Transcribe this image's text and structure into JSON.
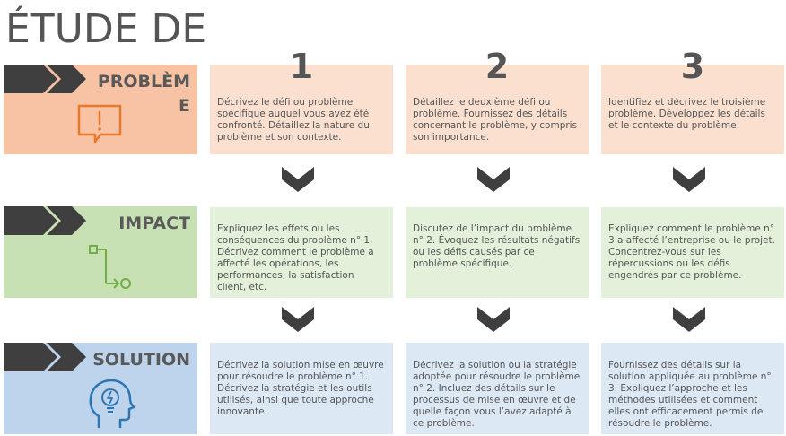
{
  "title": "ÉTUDE DE CAS",
  "columns": [
    "1",
    "2",
    "3"
  ],
  "rows": [
    {
      "label": "PROBLÈME",
      "icon": "alert-speech-bubble-icon",
      "color": "#f7c3a4",
      "cells": [
        "Décrivez le défi ou problème spécifique auquel vous avez été confronté. Détaillez la nature du problème et son contexte.",
        "Détaillez le deuxième défi ou problème. Fournissez des détails concernant le problème, y compris son importance.",
        "Identifiez et décrivez le troisième problème. Développez les détails et le contexte du problème."
      ]
    },
    {
      "label": "IMPACT",
      "icon": "flow-path-icon",
      "color": "#c7e1b4",
      "cells": [
        "Expliquez les effets ou les conséquences du problème n° 1. Décrivez comment le problème a affecté les opérations, les performances, la satisfaction client, etc.",
        "Discutez de l’impact du problème n° 2. Évoquez les résultats négatifs ou les défis causés par ce problème spécifique.",
        "Expliquez comment le problème n° 3 a affecté l’entreprise ou le projet. Concentrez-vous sur les répercussions ou les défis engendrés par ce problème."
      ]
    },
    {
      "label": "SOLUTION",
      "icon": "head-lightbulb-icon",
      "color": "#bdd4ec",
      "cells": [
        "Décrivez la solution mise en œuvre pour résoudre le problème n° 1. Décrivez la stratégie et les outils utilisés, ainsi que toute approche innovante.",
        "Décrivez la solution ou la stratégie adoptée pour résoudre le problème n° 2. Incluez des détails sur le processus de mise en œuvre et de quelle façon vous l’avez adapté à ce problème.",
        "Fournissez des détails sur la solution appliquée au problème n° 3. Expliquez l’approche et les méthodes utilisées et comment elles ont efficacement permis de résoudre le problème."
      ]
    }
  ],
  "colors": {
    "chevron": "#3f3f3f",
    "text": "#555555",
    "problem_icon": "#e8782b",
    "impact_icon": "#70ad47",
    "solution_icon": "#2e75b6"
  }
}
